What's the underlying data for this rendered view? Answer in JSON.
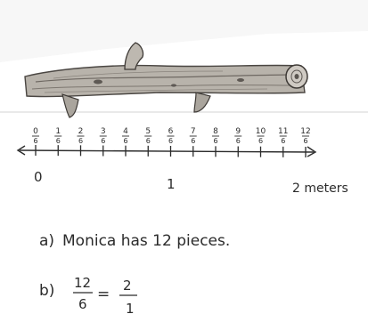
{
  "number_line": {
    "fraction_labels": [
      {
        "num": "0",
        "den": "6"
      },
      {
        "num": "1",
        "den": "6"
      },
      {
        "num": "2",
        "den": "6"
      },
      {
        "num": "3",
        "den": "6"
      },
      {
        "num": "4",
        "den": "6"
      },
      {
        "num": "5",
        "den": "6"
      },
      {
        "num": "6",
        "den": "6"
      },
      {
        "num": "7",
        "den": "6"
      },
      {
        "num": "8",
        "den": "6"
      },
      {
        "num": "9",
        "den": "6"
      },
      {
        "num": "10",
        "den": "6"
      },
      {
        "num": "11",
        "den": "6"
      },
      {
        "num": "12",
        "den": "6"
      }
    ],
    "whole_labels": {
      "zero": "0",
      "one": "1",
      "two": "2 meters"
    }
  },
  "answers": {
    "a_marker": "a)",
    "a_text": "Monica has 12 pieces.",
    "b_marker": "b)",
    "b_left_num": "12",
    "b_left_den": "6",
    "b_equals": "=",
    "b_right_num": "2",
    "b_right_den": "1"
  }
}
